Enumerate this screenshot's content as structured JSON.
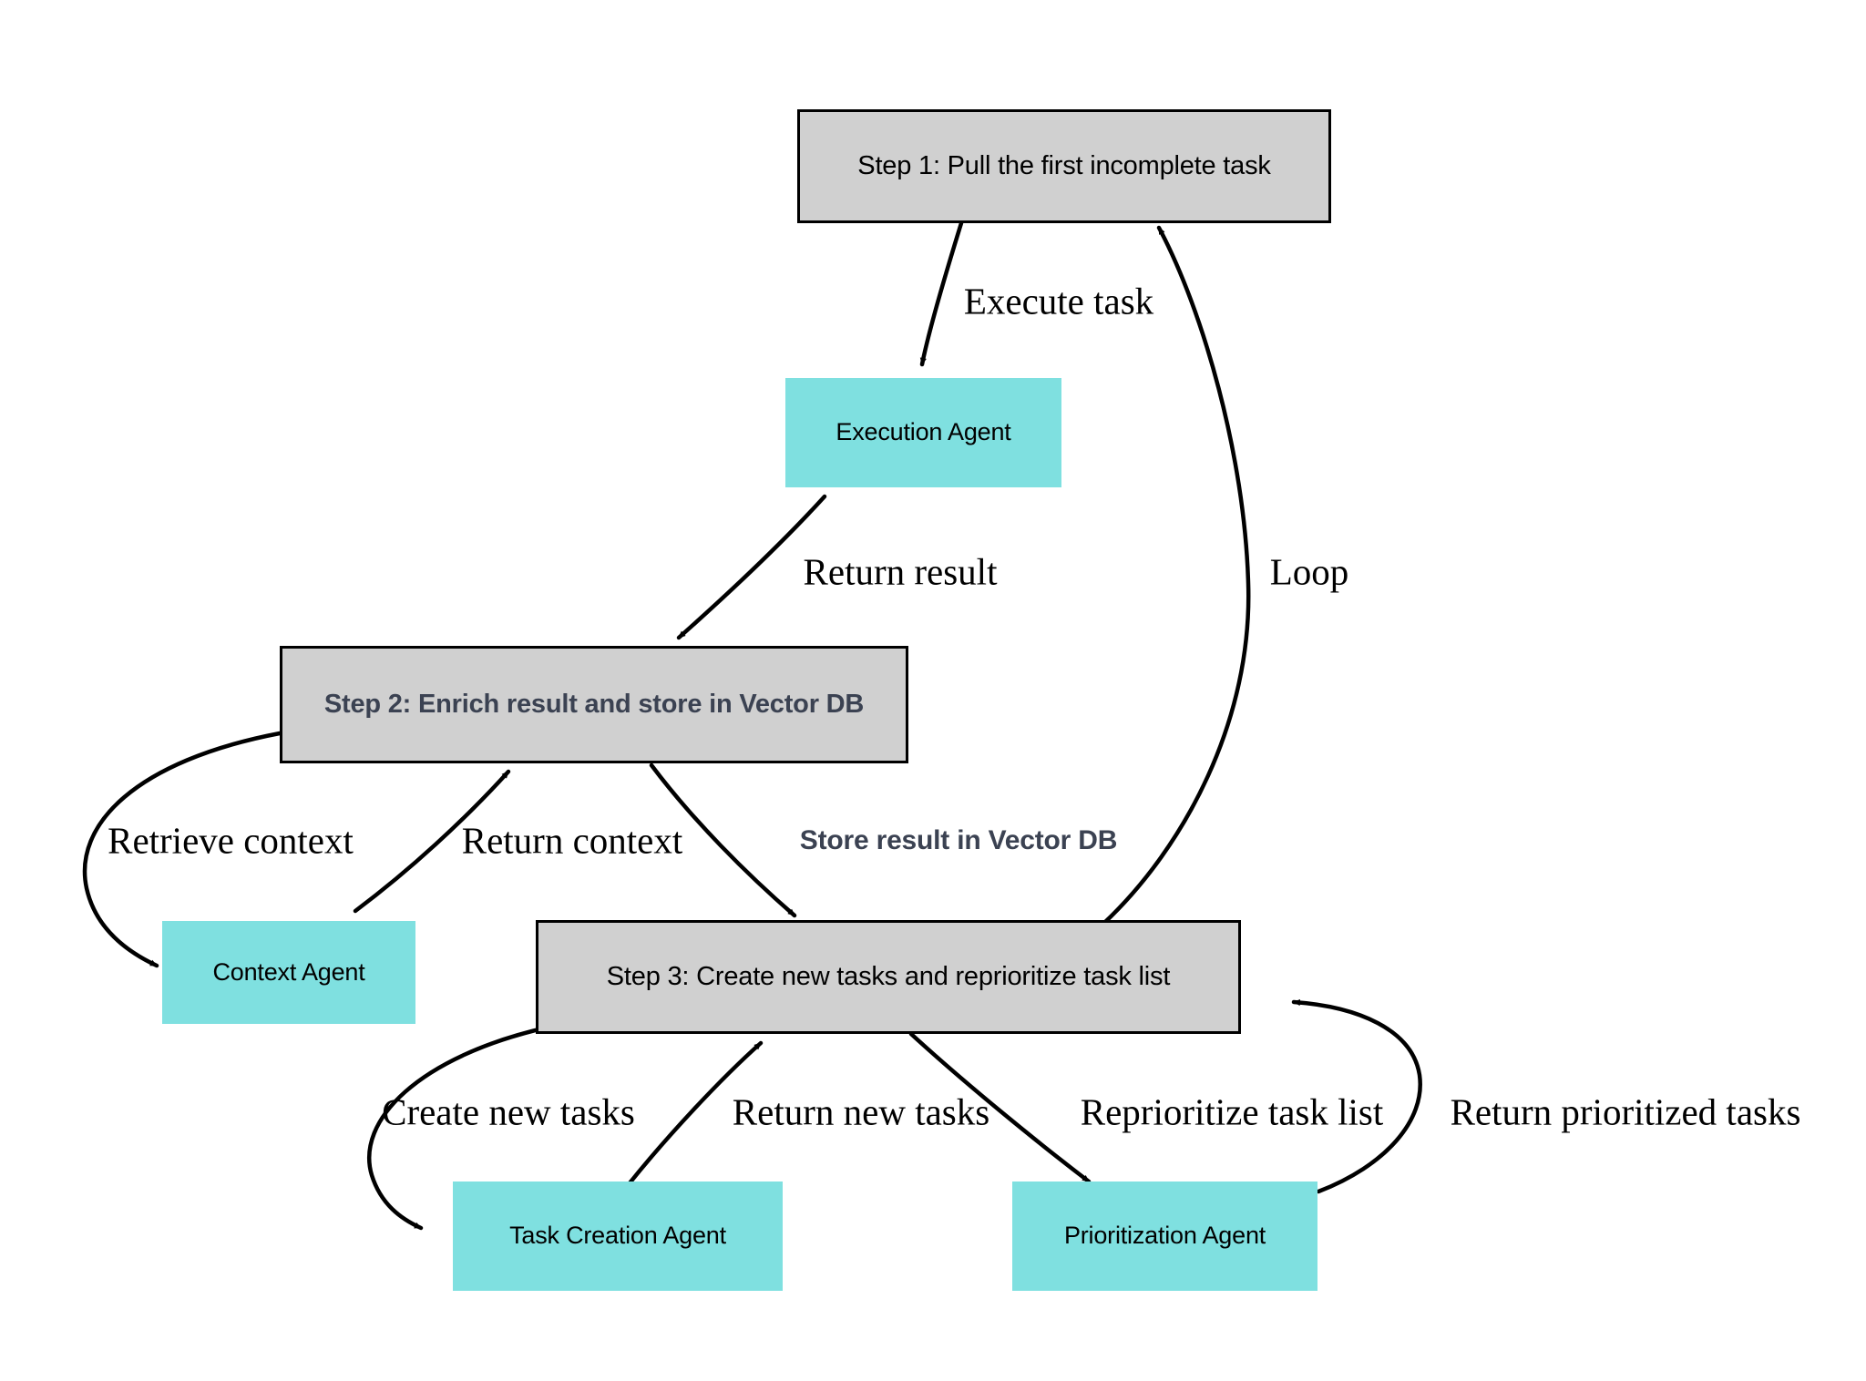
{
  "diagram": {
    "title": "Agent task loop flowchart",
    "type": "flowchart",
    "background_color": "#ffffff",
    "step_fill_color": "#d0d0d0",
    "step_border_color": "#000000",
    "agent_fill_color": "#7fe0e0",
    "edge_color": "#000000",
    "accent_text_color": "#3b4252"
  },
  "nodes": [
    {
      "id": "step1",
      "label": "Step 1: Pull the first incomplete task",
      "kind": "step",
      "emphasis": "normal"
    },
    {
      "id": "execution_agent",
      "label": "Execution Agent",
      "kind": "agent",
      "emphasis": "normal"
    },
    {
      "id": "step2",
      "label": "Step 2: Enrich result and store in Vector DB",
      "kind": "step",
      "emphasis": "accent"
    },
    {
      "id": "context_agent",
      "label": "Context Agent",
      "kind": "agent",
      "emphasis": "normal"
    },
    {
      "id": "step3",
      "label": "Step 3: Create new tasks and reprioritize task list",
      "kind": "step",
      "emphasis": "normal"
    },
    {
      "id": "task_creation_agent",
      "label": "Task Creation Agent",
      "kind": "agent",
      "emphasis": "normal"
    },
    {
      "id": "prioritization_agent",
      "label": "Prioritization Agent",
      "kind": "agent",
      "emphasis": "normal"
    }
  ],
  "edges": [
    {
      "id": "e_execute_task",
      "from": "step1",
      "to": "execution_agent",
      "label": "Execute task",
      "emphasis": "normal"
    },
    {
      "id": "e_return_result",
      "from": "execution_agent",
      "to": "step2",
      "label": "Return result",
      "emphasis": "normal"
    },
    {
      "id": "e_retrieve_context",
      "from": "step2",
      "to": "context_agent",
      "label": "Retrieve context",
      "emphasis": "normal"
    },
    {
      "id": "e_return_context",
      "from": "context_agent",
      "to": "step2",
      "label": "Return context",
      "emphasis": "normal"
    },
    {
      "id": "e_store_result",
      "from": "step2",
      "to": "step3",
      "label": "Store result in Vector DB",
      "emphasis": "accent"
    },
    {
      "id": "e_loop",
      "from": "step3",
      "to": "step1",
      "label": "Loop",
      "emphasis": "normal"
    },
    {
      "id": "e_create_new_tasks",
      "from": "step3",
      "to": "task_creation_agent",
      "label": "Create new tasks",
      "emphasis": "normal"
    },
    {
      "id": "e_return_new_tasks",
      "from": "task_creation_agent",
      "to": "step3",
      "label": "Return new tasks",
      "emphasis": "normal"
    },
    {
      "id": "e_reprioritize",
      "from": "step3",
      "to": "prioritization_agent",
      "label": "Reprioritize task list",
      "emphasis": "normal"
    },
    {
      "id": "e_return_prioritized",
      "from": "prioritization_agent",
      "to": "step3",
      "label": "Return prioritized tasks",
      "emphasis": "normal"
    }
  ]
}
